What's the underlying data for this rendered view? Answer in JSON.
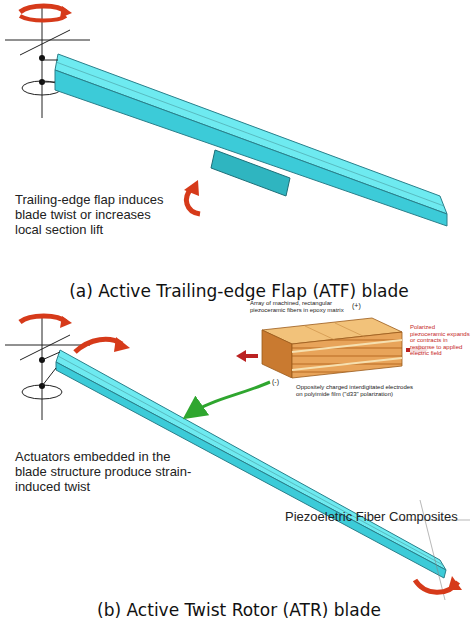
{
  "diagram": {
    "labels": [
      "Trailing-edge flap induces blade twist or increases local section lift",
      "(a) Active Trailing-edge Flap (ATF) blade",
      "Array of machined, rectangular piezoceramic fibers in epoxy matrix",
      "(+)",
      "Polarized piezoceramic expands or contracts in response to applied electric field",
      "Oppositely charged interdigitated electrodes on polyimide film (\"d33\" polarization)",
      "(-)",
      "Actuators embedded in the blade structure produce strain-induced twist",
      "Piezoeletric Fiber Composites",
      "(b) Active Twist Rotor (ATR) blade"
    ]
  }
}
